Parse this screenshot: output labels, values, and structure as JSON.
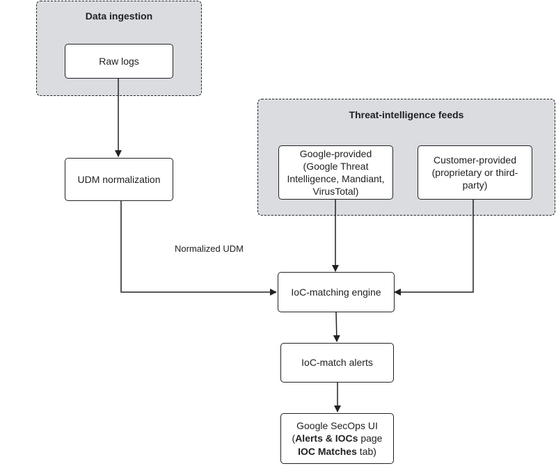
{
  "groups": {
    "ingestion": {
      "title": "Data ingestion"
    },
    "feeds": {
      "title": "Threat-intelligence feeds"
    }
  },
  "nodes": {
    "raw_logs": "Raw logs",
    "udm_normalization": "UDM normalization",
    "google_provided": {
      "line1": "Google-provided",
      "line2": "(Google Threat",
      "line3": "Intelligence, Mandiant,",
      "line4": "VirusTotal)"
    },
    "customer_provided": {
      "line1": "Customer-provided",
      "line2": "(proprietary or third-",
      "line3": "party)"
    },
    "ioc_engine": "IoC-matching engine",
    "ioc_alerts": "IoC-match alerts",
    "secops_ui": {
      "line1": "Google SecOps UI",
      "line2_open": "(",
      "line2_bold": "Alerts & IOCs",
      "line2_rest": " page",
      "line3_bold": "IOC Matches",
      "line3_rest": " tab)"
    }
  },
  "edge_labels": {
    "normalized_udm": "Normalized UDM"
  },
  "colors": {
    "group_fill": "#dadce0",
    "stroke": "#202124",
    "node_fill": "#ffffff"
  }
}
